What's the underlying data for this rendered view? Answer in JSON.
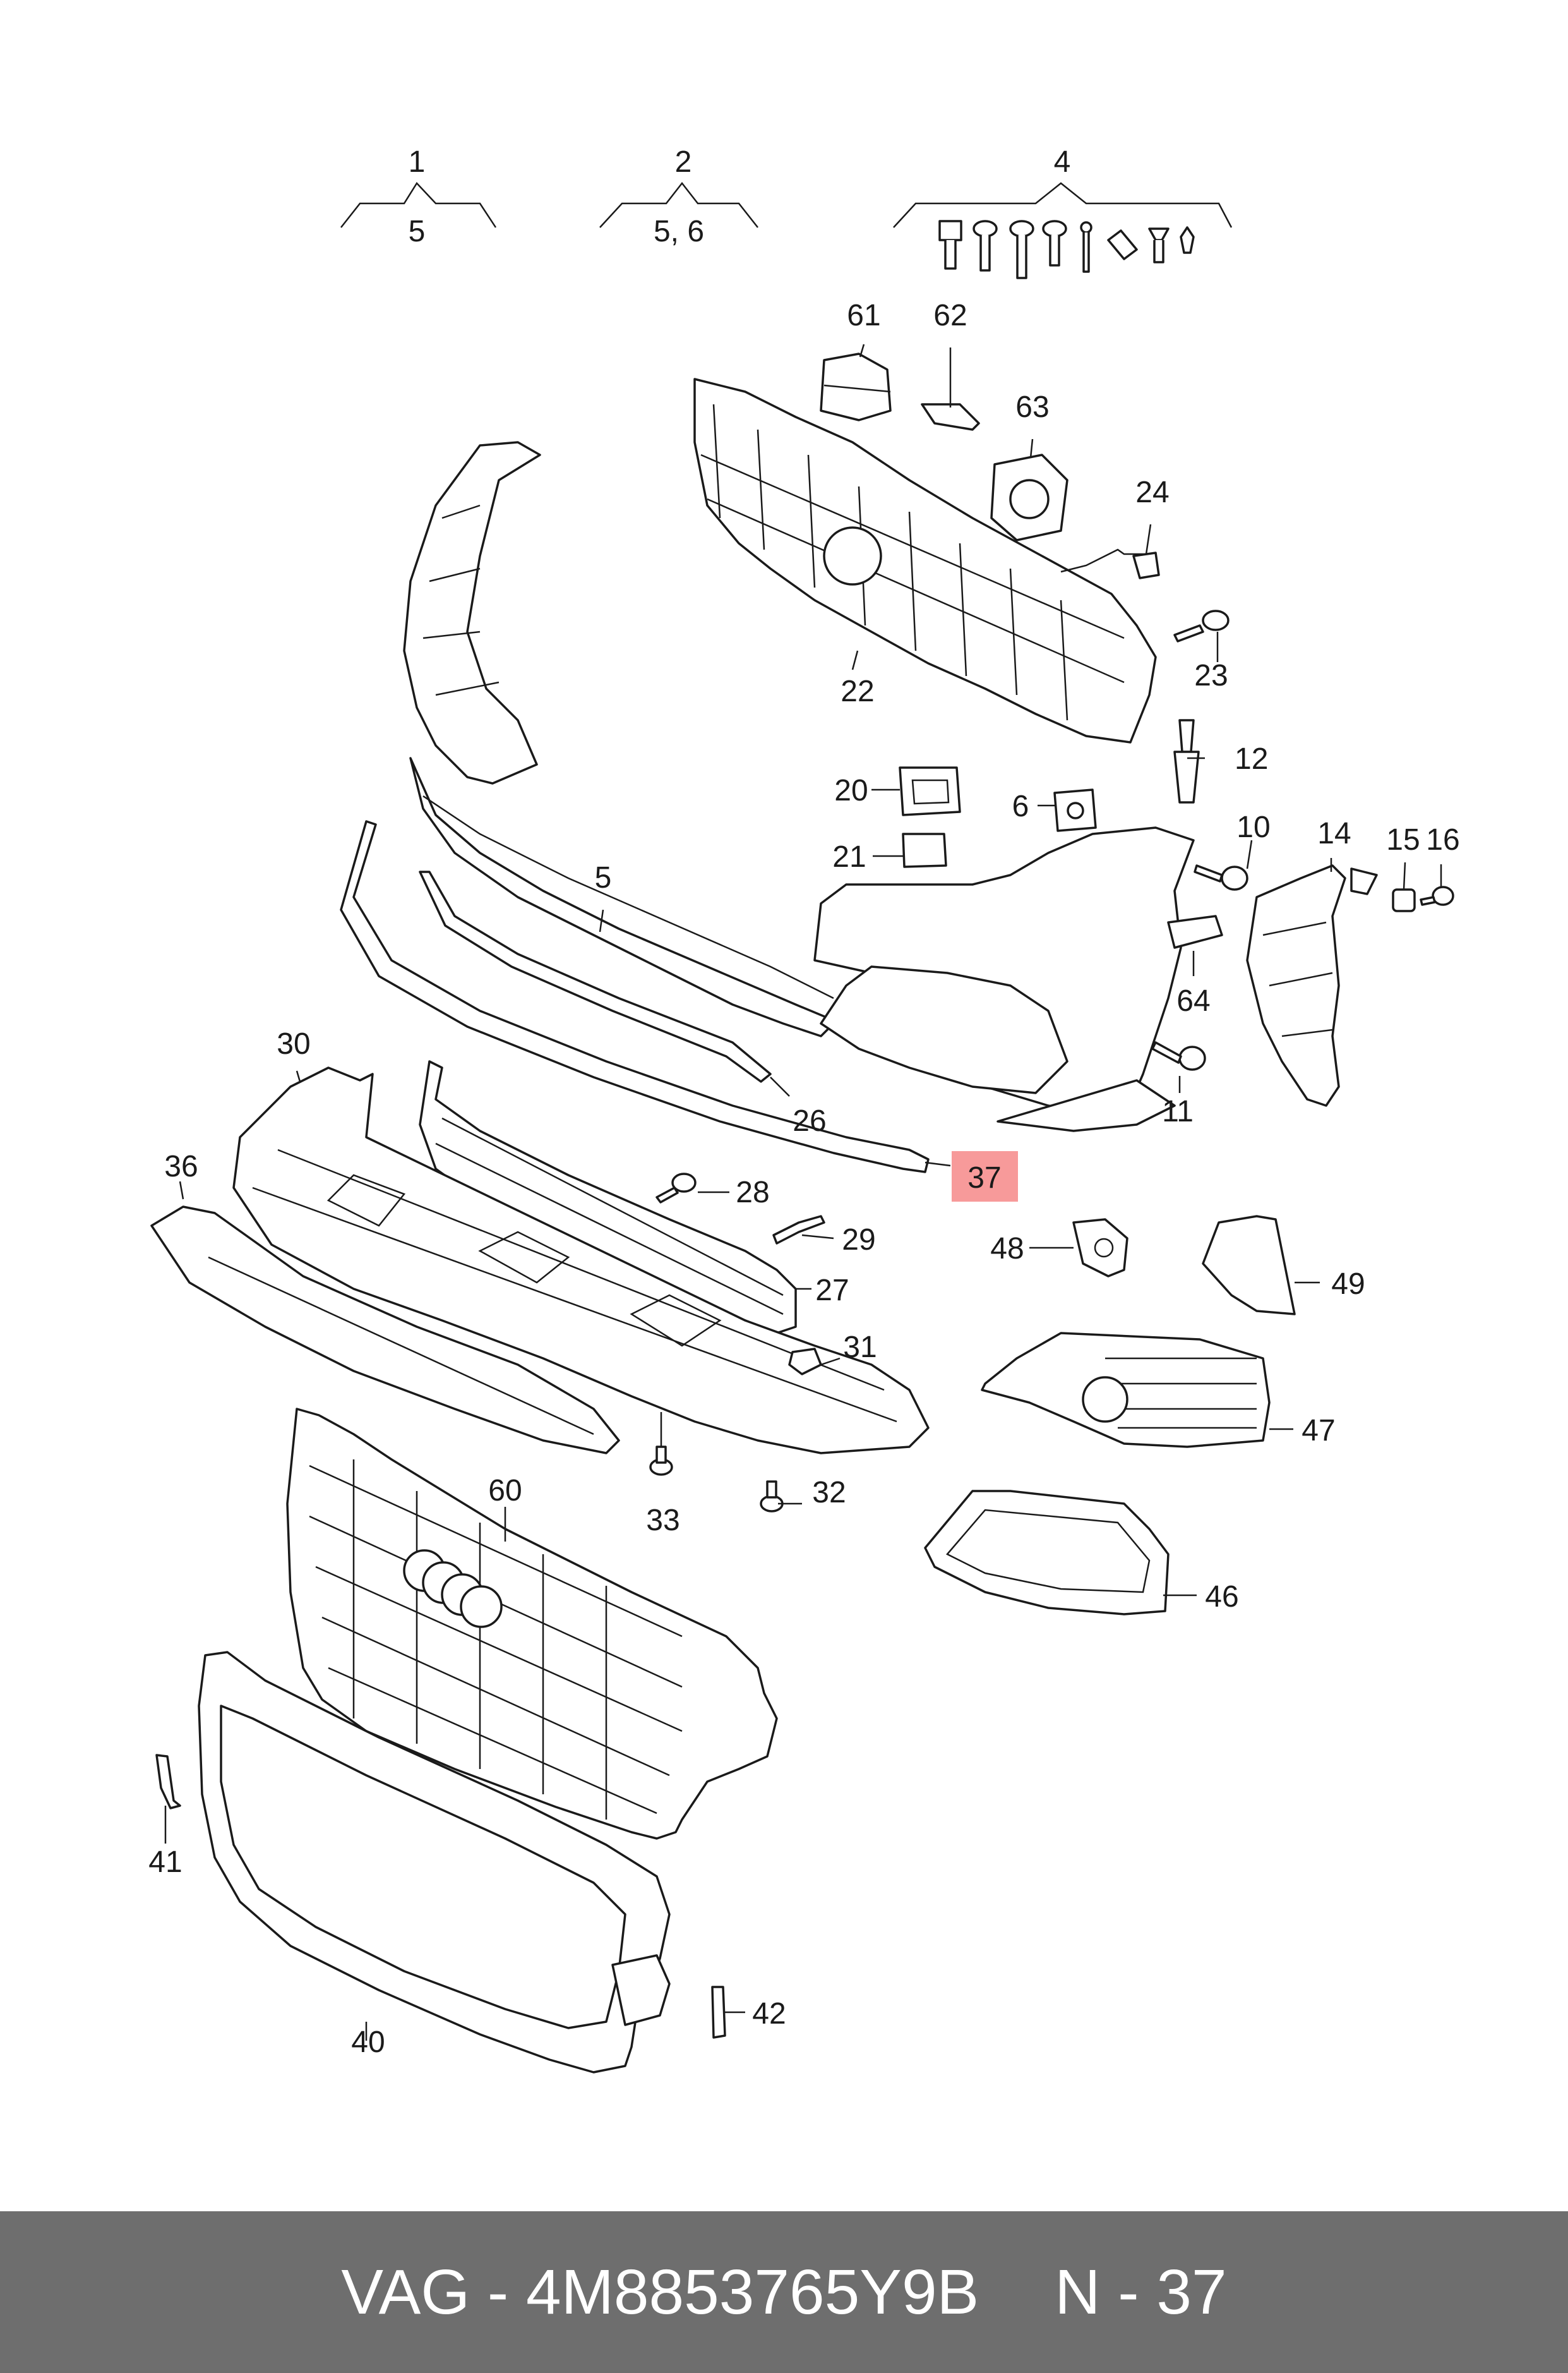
{
  "diagram": {
    "callouts": {
      "c1": "1",
      "c2": "2",
      "c4": "4",
      "c5a": "5",
      "c56": "5, 6",
      "c5": "5",
      "c61": "61",
      "c62": "62",
      "c63": "63",
      "c24": "24",
      "c23": "23",
      "c22": "22",
      "c12": "12",
      "c20": "20",
      "c6": "6",
      "c10": "10",
      "c14": "14",
      "c15": "15",
      "c16": "16",
      "c21": "21",
      "c64": "64",
      "c11": "11",
      "c26": "26",
      "c30": "30",
      "c36": "36",
      "c37": "37",
      "c28": "28",
      "c29": "29",
      "c27": "27",
      "c48": "48",
      "c49": "49",
      "c31": "31",
      "c47": "47",
      "c33": "33",
      "c32": "32",
      "c60": "60",
      "c46": "46",
      "c41": "41",
      "c42": "42",
      "c40": "40"
    },
    "highlight_color": "#f79a9a"
  },
  "footer": {
    "brand_part": "VAG - 4M8853765Y9B",
    "ref": "N - 37",
    "background": "#6e6e6e"
  }
}
